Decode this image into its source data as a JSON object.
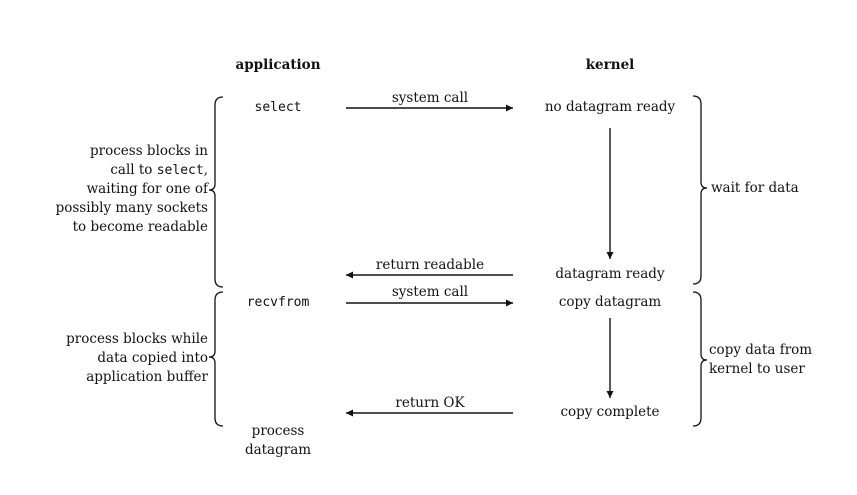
{
  "headers": {
    "application": "application",
    "kernel": "kernel"
  },
  "app": {
    "select_call": "select",
    "recvfrom_call": "recvfrom",
    "process_line1": "process",
    "process_line2": "datagram"
  },
  "kernel": {
    "no_datagram_ready": "no datagram ready",
    "datagram_ready": "datagram ready",
    "copy_datagram": "copy datagram",
    "copy_complete": "copy complete"
  },
  "arrows": {
    "system_call_1": "system call",
    "return_readable": "return readable",
    "system_call_2": "system call",
    "return_ok": "return OK"
  },
  "left_notes": {
    "blocks_select": {
      "line1": "process blocks in",
      "line2_prefix": "call to ",
      "line2_code": "select",
      "line2_suffix": ",",
      "line3": "waiting for one of",
      "line4": "possibly many sockets",
      "line5": "to become readable"
    },
    "blocks_copy": {
      "line1": "process blocks while",
      "line2": "data copied into",
      "line3": "application buffer"
    }
  },
  "right_notes": {
    "wait_for_data": "wait for data",
    "copy_line1": "copy data from",
    "copy_line2": "kernel to user"
  }
}
